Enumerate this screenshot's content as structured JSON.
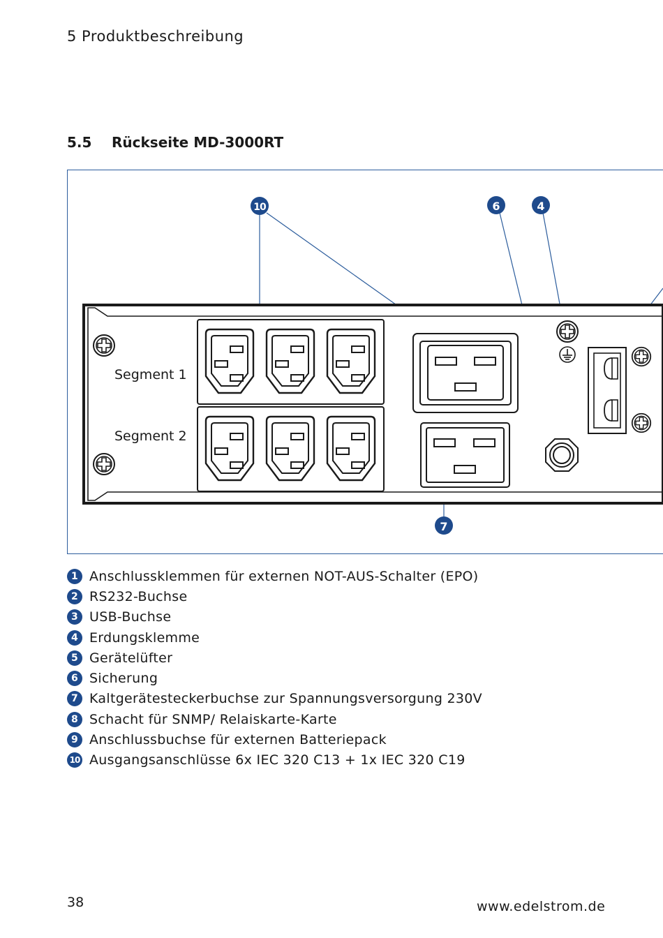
{
  "header": {
    "chapter": "5   Produktbeschreibung"
  },
  "section": {
    "number": "5.5",
    "title": "Rückseite MD-3000RT"
  },
  "figure": {
    "segment_labels": [
      "Segment 1",
      "Segment 2"
    ],
    "callouts": [
      "10",
      "6",
      "4",
      "7"
    ]
  },
  "legend": [
    {
      "number": "1",
      "text": "Anschlussklemmen für externen NOT-AUS-Schalter (EPO)"
    },
    {
      "number": "2",
      "text": "RS232-Buchse"
    },
    {
      "number": "3",
      "text": "USB-Buchse"
    },
    {
      "number": "4",
      "text": "Erdungsklemme"
    },
    {
      "number": "5",
      "text": "Gerätelüfter"
    },
    {
      "number": "6",
      "text": "Sicherung"
    },
    {
      "number": "7",
      "text": "Kaltgerätesteckerbuchse zur Spannungsversorgung 230V"
    },
    {
      "number": "8",
      "text": "Schacht für SNMP/ Relaiskarte-Karte"
    },
    {
      "number": "9",
      "text": "Anschlussbuchse für externen Batteriepack"
    },
    {
      "number": "10",
      "text": "Ausgangsanschlüsse 6x IEC 320 C13 + 1x IEC 320 C19"
    }
  ],
  "footer": {
    "page_number": "38",
    "url": "www.edelstrom.de"
  },
  "colors": {
    "accent": "#1e4a8c",
    "frame": "#2b5c9c",
    "line": "#1a1a1a"
  }
}
